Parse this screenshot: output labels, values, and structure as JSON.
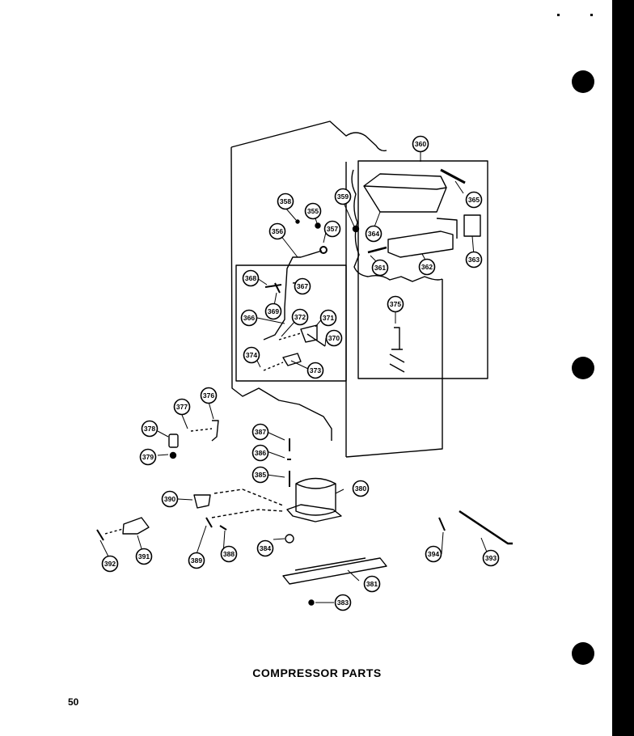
{
  "caption": "COMPRESSOR PARTS",
  "page_number": "50",
  "callouts": [
    {
      "label": "360",
      "target": "ice-maker-assembly"
    },
    {
      "label": "365",
      "target": "ice-maker-wire-harness"
    },
    {
      "label": "359",
      "target": "fill-tube-grommet"
    },
    {
      "label": "358",
      "target": "water-line-clip"
    },
    {
      "label": "355",
      "target": "water-line-nut"
    },
    {
      "label": "357",
      "target": "water-line-ferrule"
    },
    {
      "label": "356",
      "target": "water-line-tube"
    },
    {
      "label": "364",
      "target": "ice-storage-bin"
    },
    {
      "label": "363",
      "target": "ice-maker-cover-plate"
    },
    {
      "label": "361",
      "target": "ice-maker-fill-tube"
    },
    {
      "label": "362",
      "target": "ice-maker-module"
    },
    {
      "label": "368",
      "target": "tube-clamp-screw"
    },
    {
      "label": "367",
      "target": "tube-clamp"
    },
    {
      "label": "369",
      "target": "tube-clamp-bracket"
    },
    {
      "label": "366",
      "target": "water-supply-line"
    },
    {
      "label": "372",
      "target": "water-valve-nut"
    },
    {
      "label": "371",
      "target": "water-valve"
    },
    {
      "label": "370",
      "target": "water-valve-fitting"
    },
    {
      "label": "374",
      "target": "valve-bracket-screw"
    },
    {
      "label": "373",
      "target": "valve-bracket"
    },
    {
      "label": "375",
      "target": "solenoid-coil"
    },
    {
      "label": "377",
      "target": "ground-screw"
    },
    {
      "label": "376",
      "target": "ground-strap"
    },
    {
      "label": "378",
      "target": "capacitor"
    },
    {
      "label": "379",
      "target": "capacitor-clip"
    },
    {
      "label": "387",
      "target": "compressor-grommet-sleeve"
    },
    {
      "label": "386",
      "target": "compressor-washer"
    },
    {
      "label": "385",
      "target": "compressor-mount-bolt"
    },
    {
      "label": "380",
      "target": "compressor"
    },
    {
      "label": "390",
      "target": "relay-bracket"
    },
    {
      "label": "389",
      "target": "overload-protector"
    },
    {
      "label": "388",
      "target": "relay-clip"
    },
    {
      "label": "384",
      "target": "compressor-mount-grommet"
    },
    {
      "label": "392",
      "target": "terminal-clip"
    },
    {
      "label": "391",
      "target": "terminal-cover"
    },
    {
      "label": "381",
      "target": "compressor-mounting-rail"
    },
    {
      "label": "383",
      "target": "mounting-rail-nut"
    },
    {
      "label": "394",
      "target": "cord-clip"
    },
    {
      "label": "393",
      "target": "power-cord"
    }
  ]
}
